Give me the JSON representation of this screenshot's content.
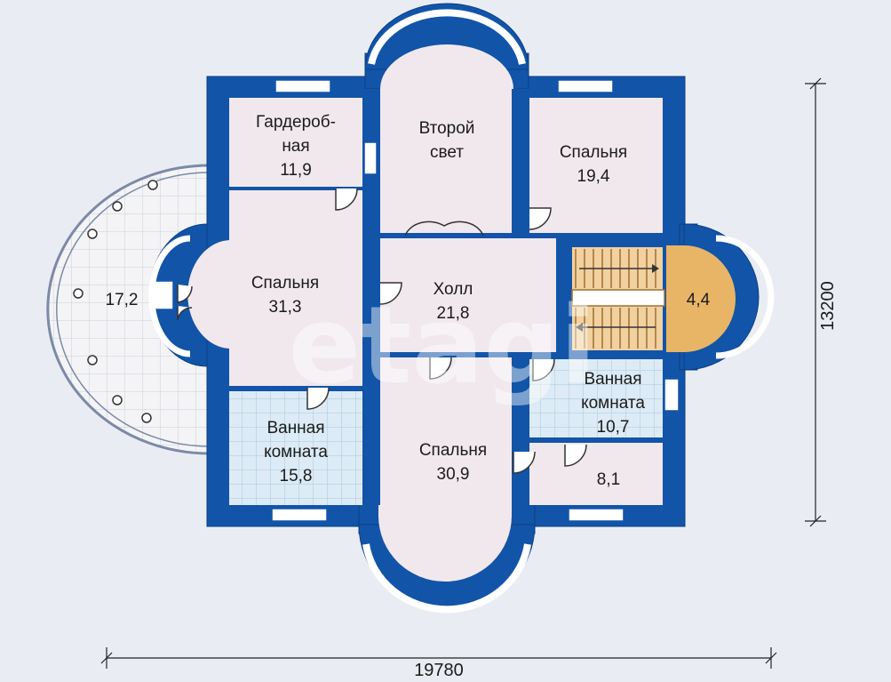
{
  "colors": {
    "wall": "#1254a8",
    "wall_outline": "#0c3f86",
    "room_fill": "#f1e8ee",
    "tile_fill": "#dcebf5",
    "tile_line": "#a9c7de",
    "stair_fill": "#f1d19f",
    "stair_line": "#a07030",
    "landing_fill": "#e8b567",
    "terrace_fill": "#f4f4f6",
    "terrace_grid": "#c9cfda",
    "window_fill": "#ffffff",
    "dim_line": "#222222"
  },
  "rooms": {
    "wardrobe": {
      "line1": "Гардероб-",
      "line2": "ная",
      "area": "11,9"
    },
    "second_light": {
      "line1": "Второй",
      "line2": "свет"
    },
    "bedroom_ne": {
      "name": "Спальня",
      "area": "19,4"
    },
    "bedroom_w": {
      "name": "Спальня",
      "area": "31,3"
    },
    "hall": {
      "name": "Холл",
      "area": "21,8"
    },
    "landing": {
      "area": "4,4"
    },
    "terrace": {
      "area": "17,2"
    },
    "bath_sw": {
      "line1": "Ванная",
      "line2": "комната",
      "area": "15,8"
    },
    "bedroom_s": {
      "name": "Спальня",
      "area": "30,9"
    },
    "bath_e": {
      "line1": "Ванная",
      "line2": "комната",
      "area": "10,7"
    },
    "small_room": {
      "area": "8,1"
    }
  },
  "dimensions": {
    "width": "19780",
    "height": "13200"
  },
  "watermark": "etagi",
  "icons": [
    "stair-icon",
    "door-swing-icon",
    "window-icon",
    "column-icon"
  ]
}
